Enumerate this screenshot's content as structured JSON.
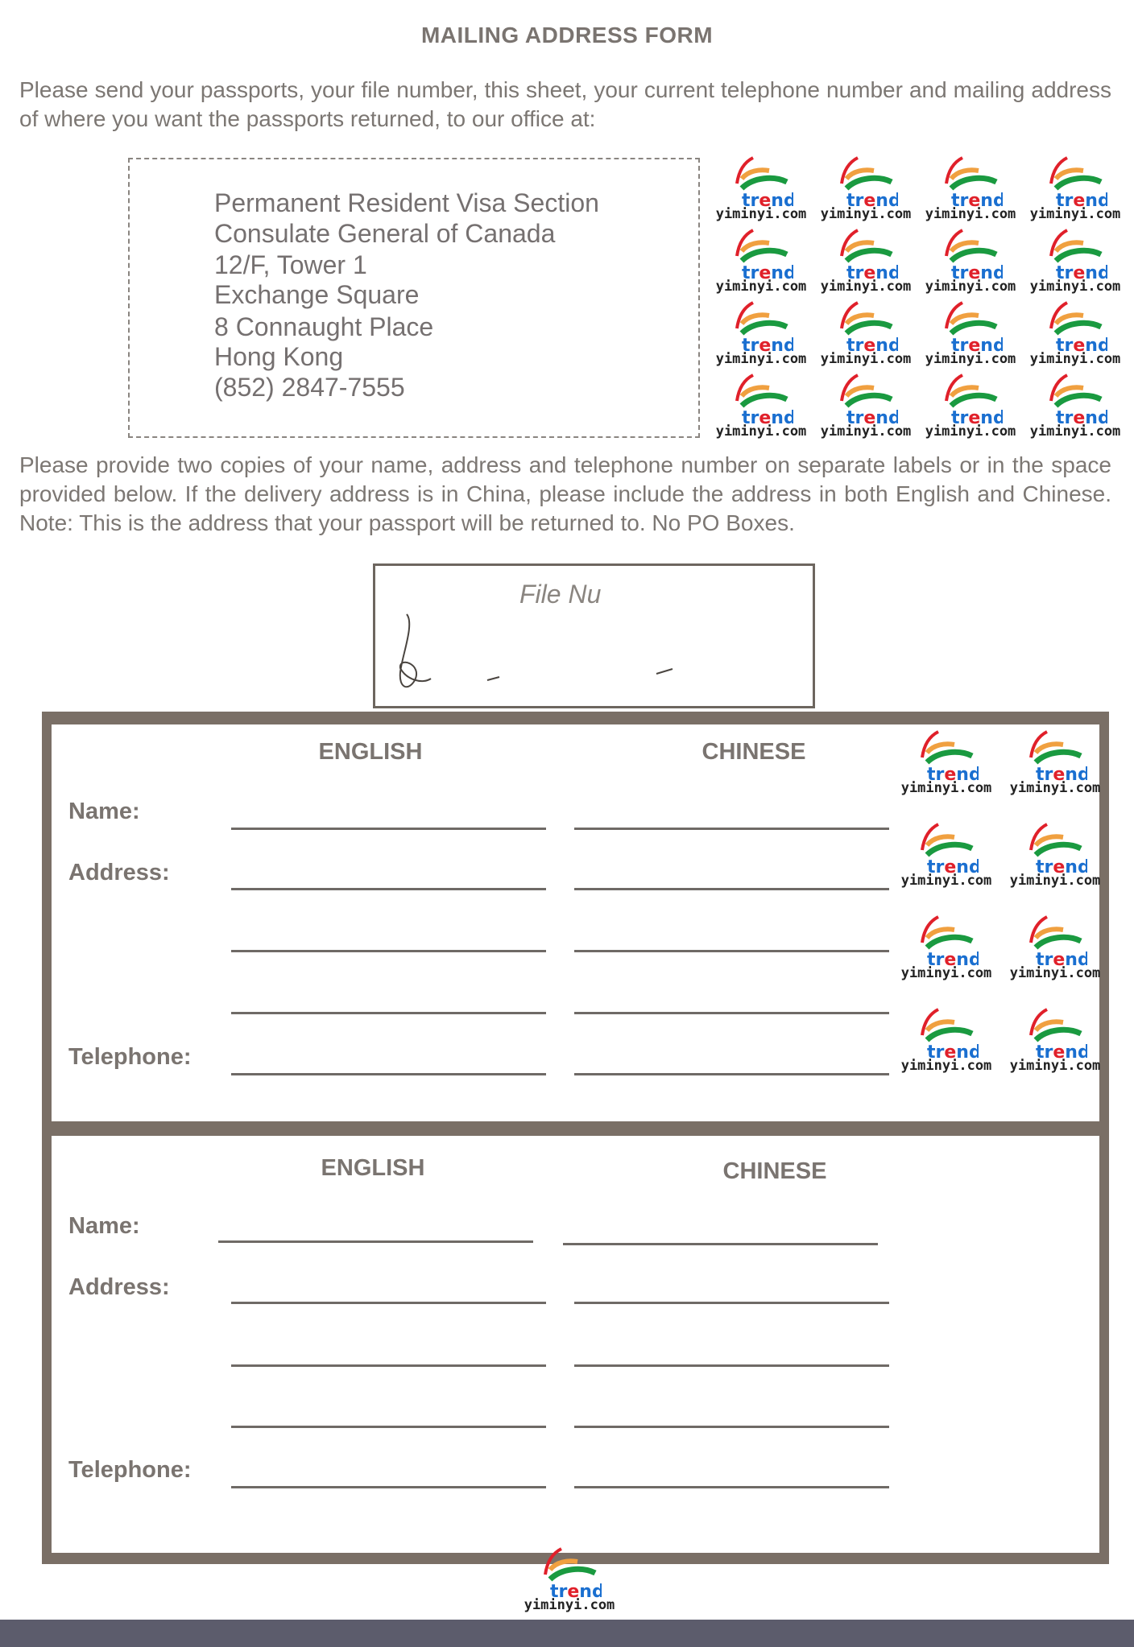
{
  "title": "MAILING ADDRESS FORM",
  "paragraph1": "Please send your passports, your file number, this sheet, your current telephone number and mailing address of where you want the passports returned, to our office at:",
  "office_address": [
    "Permanent Resident Visa Section",
    "Consulate General of Canada",
    "12/F, Tower 1",
    "Exchange Square",
    "8 Connaught Place",
    "Hong Kong",
    "(852) 2847-7555"
  ],
  "paragraph2": "Please provide two copies of your name, address and telephone number on separate labels or in the space provided below.  If the delivery address is in China, please include the address in both English and Chinese.  Note: This is the address that your passport will be returned to.  No PO Boxes.",
  "file_number_label": "File Nu",
  "forms": [
    {
      "english": "ENGLISH",
      "chinese": "CHINESE",
      "name_label": "Name:",
      "address_label": "Address:",
      "telephone_label": "Telephone:"
    },
    {
      "english": "ENGLISH",
      "chinese": "CHINESE",
      "name_label": "Name:",
      "address_label": "Address:",
      "telephone_label": "Telephone:"
    }
  ],
  "watermark": {
    "logo_text": "trend",
    "site": "yiminyi.com"
  },
  "colors": {
    "ink": "#7a7470",
    "border": "#7a6f66",
    "logo_red": "#e0202a",
    "logo_orange": "#f0a040",
    "logo_green": "#1a9a40",
    "logo_blue": "#1a6fd0"
  }
}
